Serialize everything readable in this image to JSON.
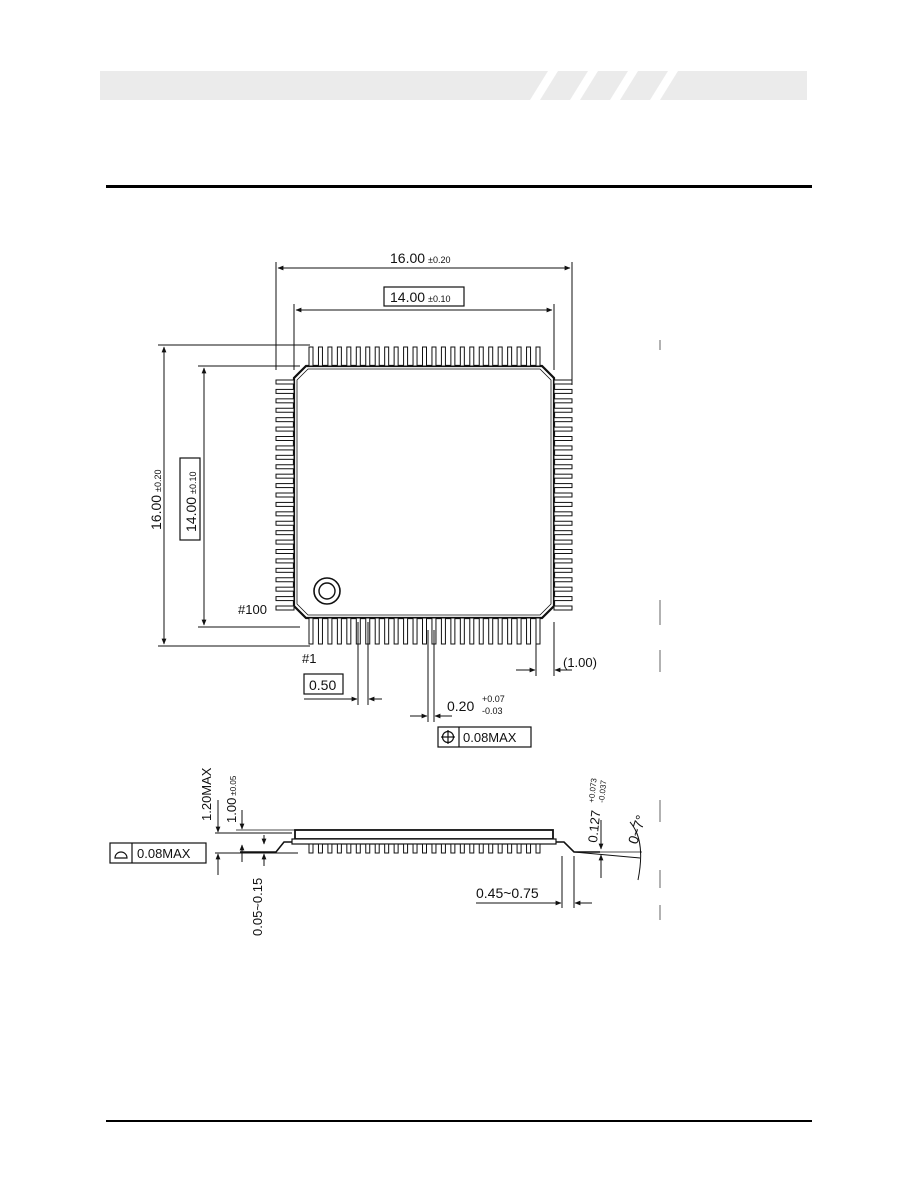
{
  "drawing": {
    "top_view": {
      "overall_width": {
        "value": "16.00",
        "tol": "±0.20"
      },
      "body_width": {
        "value": "14.00",
        "tol": "±0.10"
      },
      "overall_height": {
        "value": "16.00",
        "tol": "±0.20"
      },
      "body_height": {
        "value": "14.00",
        "tol": "±0.10"
      },
      "pin1_label": "#1",
      "pin100_label": "#100",
      "pitch": "0.50",
      "lead_width": {
        "value": "0.20",
        "tol_upper": "+0.07",
        "tol_lower": "-0.03"
      },
      "position_tolerance": "0.08MAX",
      "lead_extension": "(1.00)"
    },
    "side_view": {
      "max_height": "1.20MAX",
      "body_thickness": {
        "value": "1.00",
        "tol": "±0.05"
      },
      "coplanarity": "0.08MAX",
      "standoff": "0.05~0.15",
      "lead_length": "0.45~0.75",
      "lead_thickness": {
        "value": "0.127",
        "tol_upper": "+0.073",
        "tol_lower": "-0.037"
      },
      "lead_angle": "0~7°"
    }
  },
  "colors": {
    "header_band": "#ebebeb",
    "ink": "#111111"
  }
}
